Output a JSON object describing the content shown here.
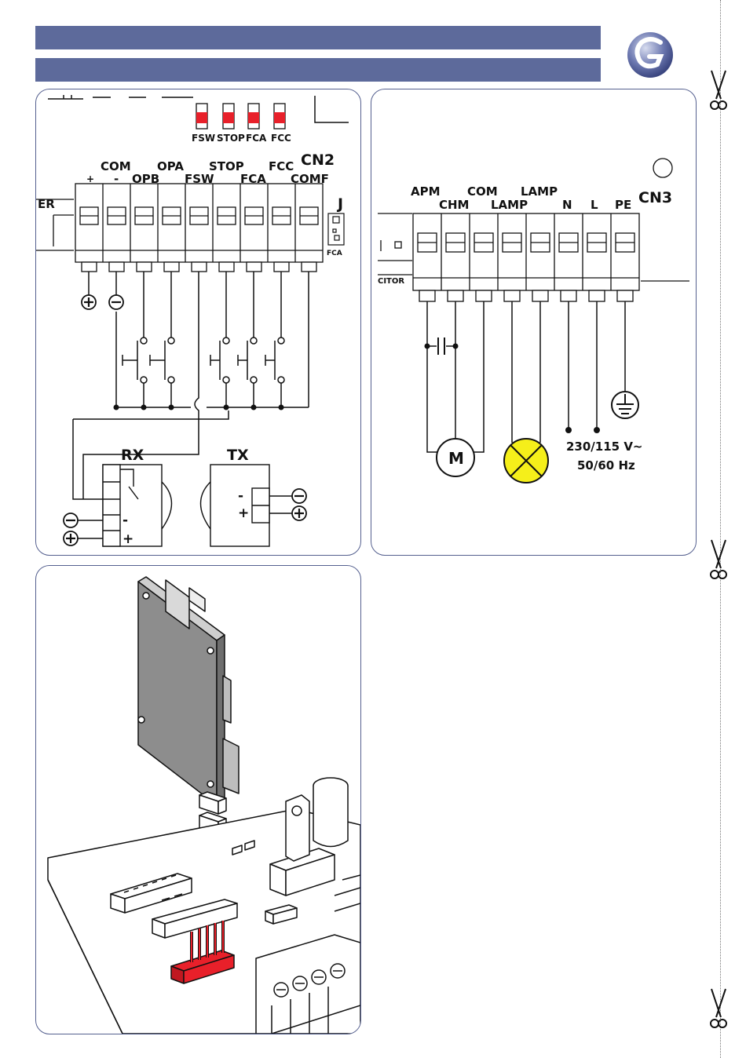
{
  "header": {
    "bar_color": "#5d6a9b",
    "logo": "gate-brand-logo"
  },
  "cn2": {
    "leds": [
      "FSW",
      "STOP",
      "FCA",
      "FCC"
    ],
    "led_color": "#e8202a",
    "connector_label": "CN2",
    "jumper_label": "J",
    "jumper_sub": "FCA",
    "side_cut_label": "ER",
    "top_labels": [
      "+",
      "COM",
      "-",
      "OPB",
      "OPA",
      "FSW",
      "STOP",
      "FCA",
      "FCC",
      "COMF"
    ],
    "polarity": {
      "plus": "+",
      "minus": "-"
    },
    "rx": {
      "title": "RX",
      "minus": "-",
      "plus": "+"
    },
    "tx": {
      "title": "TX",
      "minus": "-",
      "plus": "+"
    }
  },
  "cn3": {
    "connector_label": "CN3",
    "top_labels": [
      "APM",
      "CHM",
      "COM",
      "LAMP",
      "LAMP",
      "N",
      "L",
      "PE"
    ],
    "side_label": "CITOR",
    "motor": "M",
    "lamp_color": "#f5ef1a",
    "voltage": "230/115 V~",
    "frequency": "50/60 Hz"
  },
  "board": {
    "highlight_color": "#e8202a"
  },
  "icons": [
    "scissors-icon",
    "ground-icon",
    "motor-icon",
    "lamp-icon",
    "capacitor-icon"
  ]
}
